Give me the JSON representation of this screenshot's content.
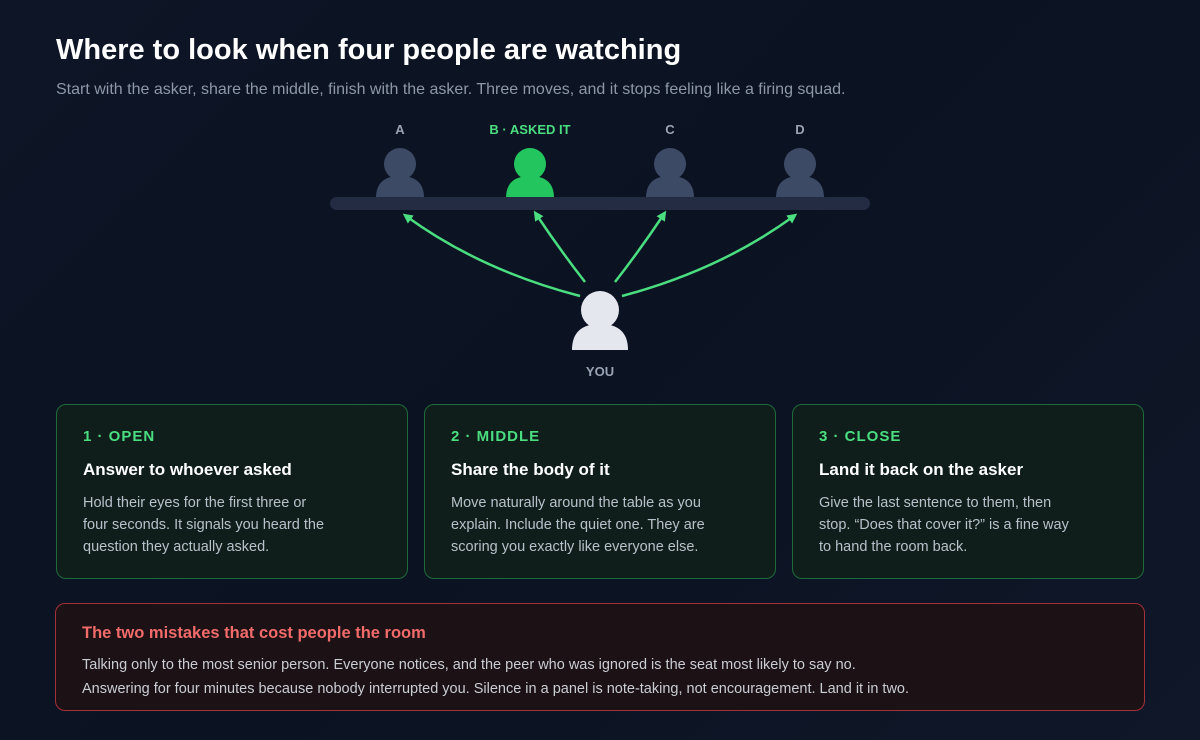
{
  "header": {
    "title": "Where to look when four people are watching",
    "subtitle": "Start with the asker, share the middle, finish with the asker. Three moves, and it stops feeling like a firing squad."
  },
  "diagram": {
    "seats": [
      {
        "label": "A",
        "highlighted": false
      },
      {
        "label": "B · ASKED IT",
        "highlighted": true
      },
      {
        "label": "C",
        "highlighted": false
      },
      {
        "label": "D",
        "highlighted": false
      }
    ],
    "you_label": "YOU"
  },
  "steps": [
    {
      "label": "1 · OPEN",
      "heading": "Answer to whoever asked",
      "body": "Hold their eyes for the first three or four seconds. It signals you heard the question they actually asked."
    },
    {
      "label": "2 · MIDDLE",
      "heading": "Share the body of it",
      "body": "Move naturally around the table as you explain. Include the quiet one. They are scoring you exactly like everyone else."
    },
    {
      "label": "3 · CLOSE",
      "heading": "Land it back on the asker",
      "body": "Give the last sentence to them, then stop. “Does that cover it?” is a fine way to hand the room back."
    }
  ],
  "mistakes": {
    "heading": "The two mistakes that cost people the room",
    "items": [
      "Talking only to the most senior person. Everyone notices, and the peer who was ignored is the seat most likely to say no.",
      "Answering for four minutes because nobody interrupted you. Silence in a panel is note-taking, not encouragement. Land it in two."
    ]
  },
  "colors": {
    "accent": "#22c55e",
    "accent_text": "#4ade80",
    "seat": "#3d4a66",
    "you": "#e5e7ef",
    "warning": "#f26b6b"
  }
}
